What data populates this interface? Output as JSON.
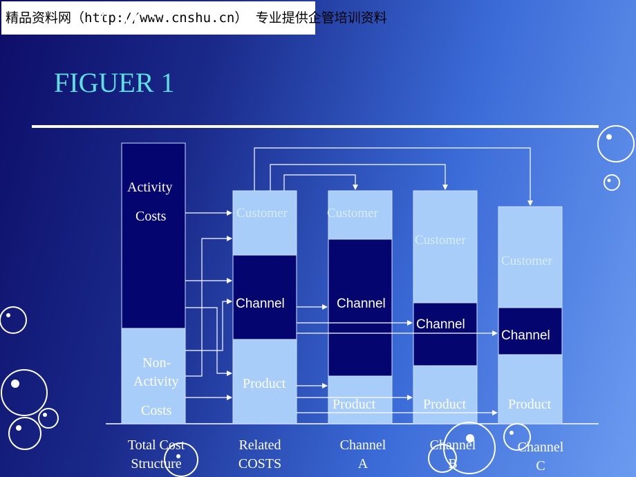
{
  "banner_text": "精品资料网（http://www.cnshu.cn） 专业提供企管培训资料",
  "title": "FIGUER 1",
  "total_cost": {
    "activity_line1": "Activity",
    "activity_line2": "Costs",
    "nonactivity_line1": "Non-",
    "nonactivity_line2": "Activity",
    "nonactivity_line3": "Costs"
  },
  "related": {
    "customer": "Customer",
    "channel": "Channel",
    "product": "Product"
  },
  "channel_a": {
    "customer": "Customer",
    "channel": "Channel",
    "product": "Product"
  },
  "channel_b": {
    "customer": "Customer",
    "channel": "Channel",
    "product": "Product"
  },
  "channel_c": {
    "customer": "Customer",
    "channel": "Channel",
    "product": "Product"
  },
  "bottom_labels": {
    "total_cost_1": "Total Cost",
    "total_cost_2": "Structure",
    "related_1": "Related",
    "related_2": "COSTS",
    "channel_a_1": "Channel",
    "channel_a_2": "A",
    "channel_b_1": "Channel",
    "channel_b_2": "B",
    "channel_c_1": "Channel",
    "channel_c_2": "C"
  },
  "colors": {
    "dark_block": "#050570",
    "light_block": "#a7cdf8",
    "label_white": "#ffffff",
    "label_blue": "#d8ecff",
    "title": "#5fe0e0"
  }
}
